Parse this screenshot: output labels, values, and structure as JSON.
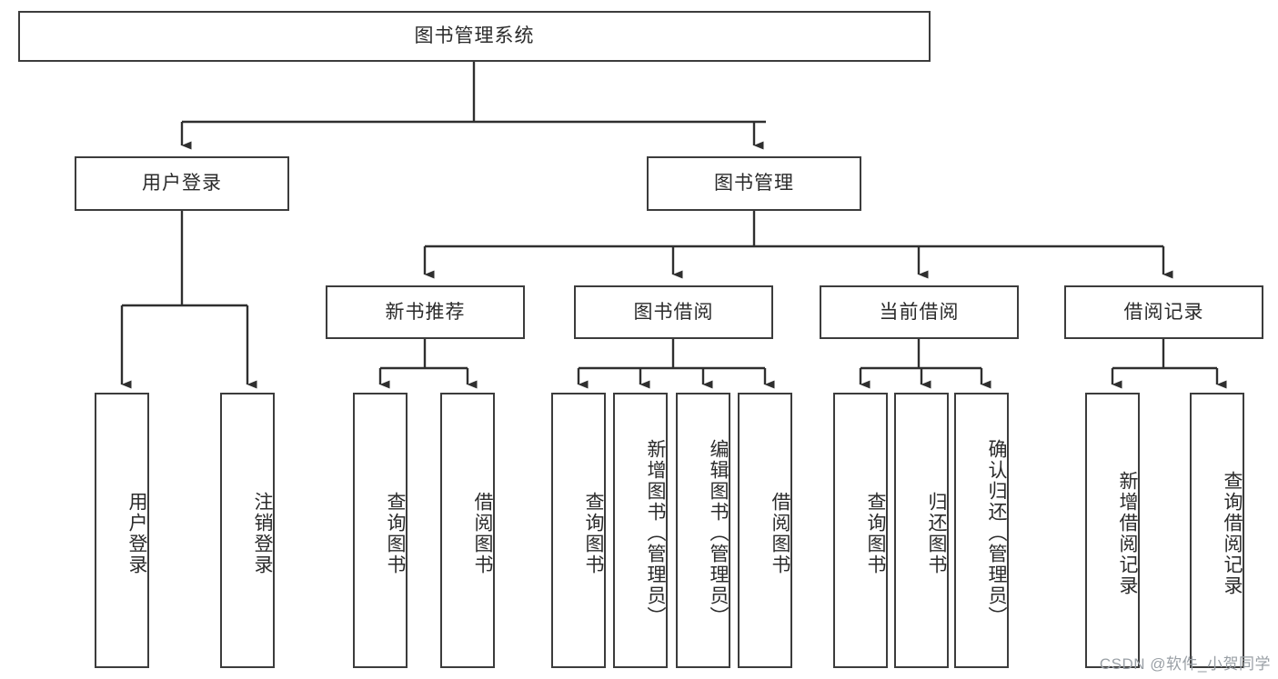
{
  "diagram": {
    "title": "图书管理系统",
    "type": "hierarchy-tree",
    "watermark": "CSDN @软件_小贺同学",
    "colors": {
      "box_border": "#3c3c3c",
      "box_fill": "#ffffff",
      "connector": "#2f2f2f",
      "text": "#2b2b2b",
      "watermark": "#9aa0a6",
      "background": "#ffffff"
    },
    "root": {
      "label": "图书管理系统",
      "orientation": "horizontal"
    },
    "level2": [
      {
        "id": "user-login",
        "label": "用户登录",
        "orientation": "horizontal"
      },
      {
        "id": "book-manage",
        "label": "图书管理",
        "orientation": "horizontal"
      }
    ],
    "level3": [
      {
        "id": "new-book-recommend",
        "label": "新书推荐",
        "orientation": "horizontal",
        "parent": "book-manage"
      },
      {
        "id": "book-borrow",
        "label": "图书借阅",
        "orientation": "horizontal",
        "parent": "book-manage"
      },
      {
        "id": "current-borrow",
        "label": "当前借阅",
        "orientation": "horizontal",
        "parent": "book-manage"
      },
      {
        "id": "borrow-record",
        "label": "借阅记录",
        "orientation": "horizontal",
        "parent": "book-manage"
      }
    ],
    "leaves": [
      {
        "id": "leaf-user-login",
        "label": "用户登录",
        "parent": "user-login",
        "orientation": "vertical"
      },
      {
        "id": "leaf-user-logout",
        "label": "注销登录",
        "parent": "user-login",
        "orientation": "vertical"
      },
      {
        "id": "leaf-query-book-1",
        "label": "查询图书",
        "parent": "new-book-recommend",
        "orientation": "vertical"
      },
      {
        "id": "leaf-borrow-book-1",
        "label": "借阅图书",
        "parent": "new-book-recommend",
        "orientation": "vertical"
      },
      {
        "id": "leaf-query-book-2",
        "label": "查询图书",
        "parent": "book-borrow",
        "orientation": "vertical"
      },
      {
        "id": "leaf-add-book",
        "label": "新增图书（管理员）",
        "parent": "book-borrow",
        "orientation": "vertical"
      },
      {
        "id": "leaf-edit-book",
        "label": "编辑图书（管理员）",
        "parent": "book-borrow",
        "orientation": "vertical"
      },
      {
        "id": "leaf-borrow-book-2",
        "label": "借阅图书",
        "parent": "book-borrow",
        "orientation": "vertical"
      },
      {
        "id": "leaf-query-book-3",
        "label": "查询图书",
        "parent": "current-borrow",
        "orientation": "vertical"
      },
      {
        "id": "leaf-return-book",
        "label": "归还图书",
        "parent": "current-borrow",
        "orientation": "vertical"
      },
      {
        "id": "leaf-confirm-return",
        "label": "确认归还（管理员）",
        "parent": "current-borrow",
        "orientation": "vertical"
      },
      {
        "id": "leaf-add-record",
        "label": "新增借阅记录",
        "parent": "borrow-record",
        "orientation": "vertical"
      },
      {
        "id": "leaf-query-record",
        "label": "查询借阅记录",
        "parent": "borrow-record",
        "orientation": "vertical"
      }
    ]
  }
}
